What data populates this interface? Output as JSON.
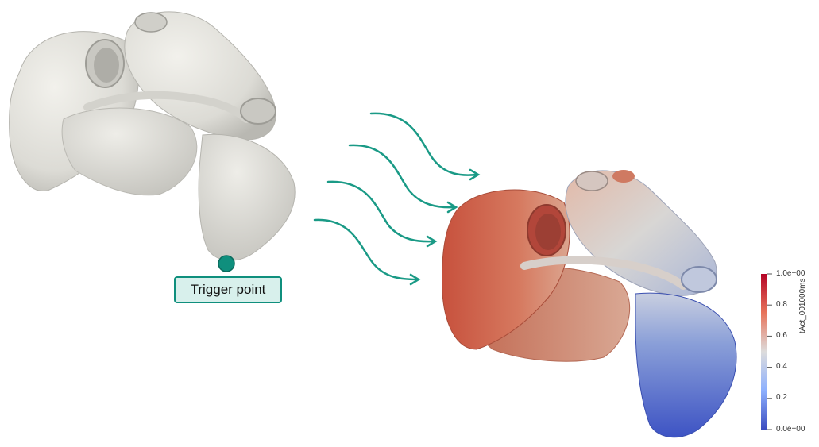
{
  "trigger": {
    "label": "Trigger point",
    "color": "#0f8f7d"
  },
  "arrows": {
    "count": 4,
    "color": "#1a9a86"
  },
  "colorbar": {
    "title": "tAct_001000ms",
    "ticks": [
      "1.0e+00",
      "0.8",
      "0.6",
      "0.4",
      "0.2",
      "0.0e+00"
    ],
    "colors": {
      "high": "#b40426",
      "mid": "#dddcdc",
      "low": "#3b4cc0"
    }
  },
  "mesh_colors": {
    "untreated": "#e4e3dd",
    "early": "#3f56c6",
    "late": "#c8553e"
  }
}
